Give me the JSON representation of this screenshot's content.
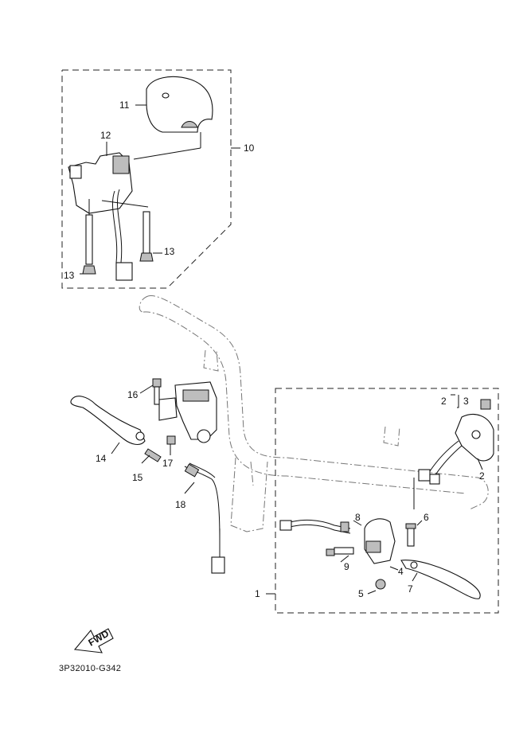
{
  "part_code": "3P32010-G342",
  "fwd_label": "FWD",
  "callouts": {
    "c1": "1",
    "c2a": "2",
    "c2b": "2",
    "c3": "3",
    "c4": "4",
    "c5": "5",
    "c6": "6",
    "c7": "7",
    "c8": "8",
    "c9": "9",
    "c10": "10",
    "c11": "11",
    "c12": "12",
    "c13a": "13",
    "c13b": "13",
    "c14": "14",
    "c15": "15",
    "c16": "16",
    "c17": "17",
    "c18": "18"
  }
}
